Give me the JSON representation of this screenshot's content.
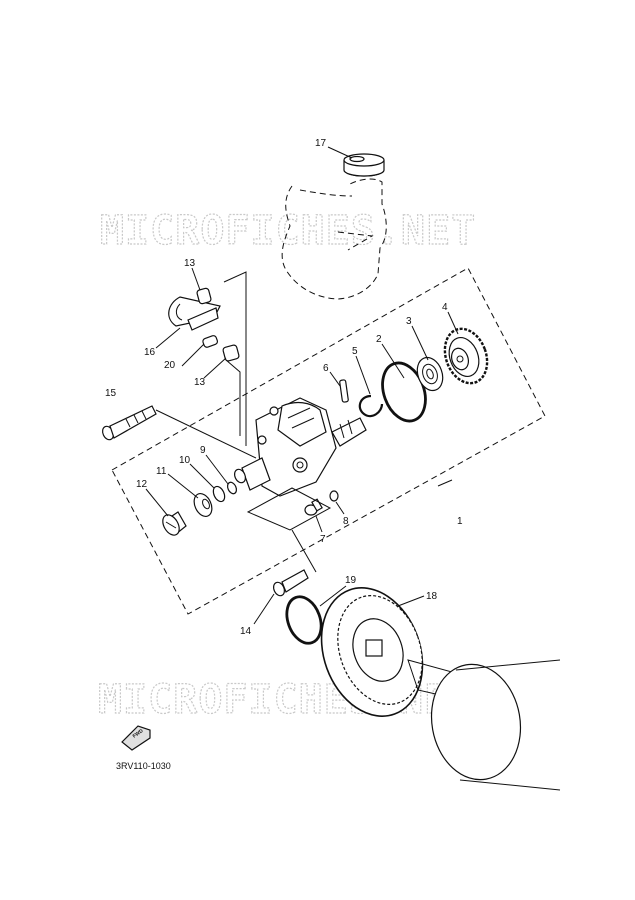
{
  "watermark": {
    "top": "MICROFICHES.NET",
    "bottom": "MICROFICHES.NET"
  },
  "diagram_code": "3RV110-1030",
  "direction_badge": "FWD",
  "callouts": {
    "c1": "1",
    "c2": "2",
    "c3": "3",
    "c4": "4",
    "c5": "5",
    "c6": "6",
    "c7": "7",
    "c8": "8",
    "c9": "9",
    "c10": "10",
    "c11": "11",
    "c12": "12",
    "c13a": "13",
    "c13b": "13",
    "c14": "14",
    "c15": "15",
    "c16": "16",
    "c17": "17",
    "c18": "18",
    "c19": "19",
    "c20": "20"
  }
}
